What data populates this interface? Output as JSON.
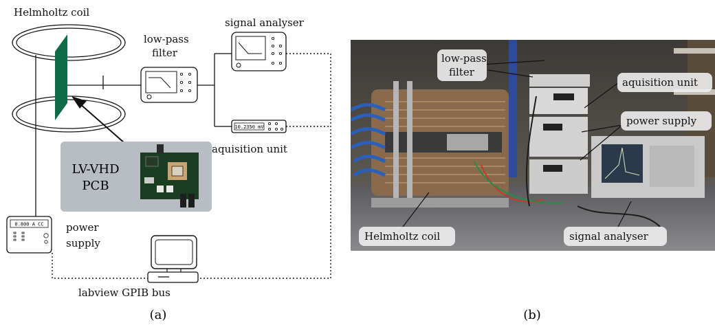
{
  "panel_a": {
    "helmholtz_label": "Helmholtz coil",
    "signal_analyser_label": "signal analyser",
    "lowpass_label_line1": "low-pass",
    "lowpass_label_line2": "filter",
    "acquisition_label": "aquisition unit",
    "acquisition_display": "10.2350 mV",
    "pcb_label_line1": "LV-VHD",
    "pcb_label_line2": "PCB",
    "power_label_line1": "power",
    "power_label_line2": "supply",
    "power_display": "0.800 A CC",
    "labview_label": "labview GPIB bus",
    "caption": "(a)",
    "colors": {
      "pcb_panel": "#b8bdc3",
      "sensor_green": "#0e6b47"
    }
  },
  "panel_b": {
    "label_lowpass_line1": "low-pass",
    "label_lowpass_line2": "filter",
    "label_acquisition": "aquisition unit",
    "label_power": "power supply",
    "label_helmholtz": "Helmholtz coil",
    "label_signal": "signal analyser",
    "caption": "(b)"
  }
}
